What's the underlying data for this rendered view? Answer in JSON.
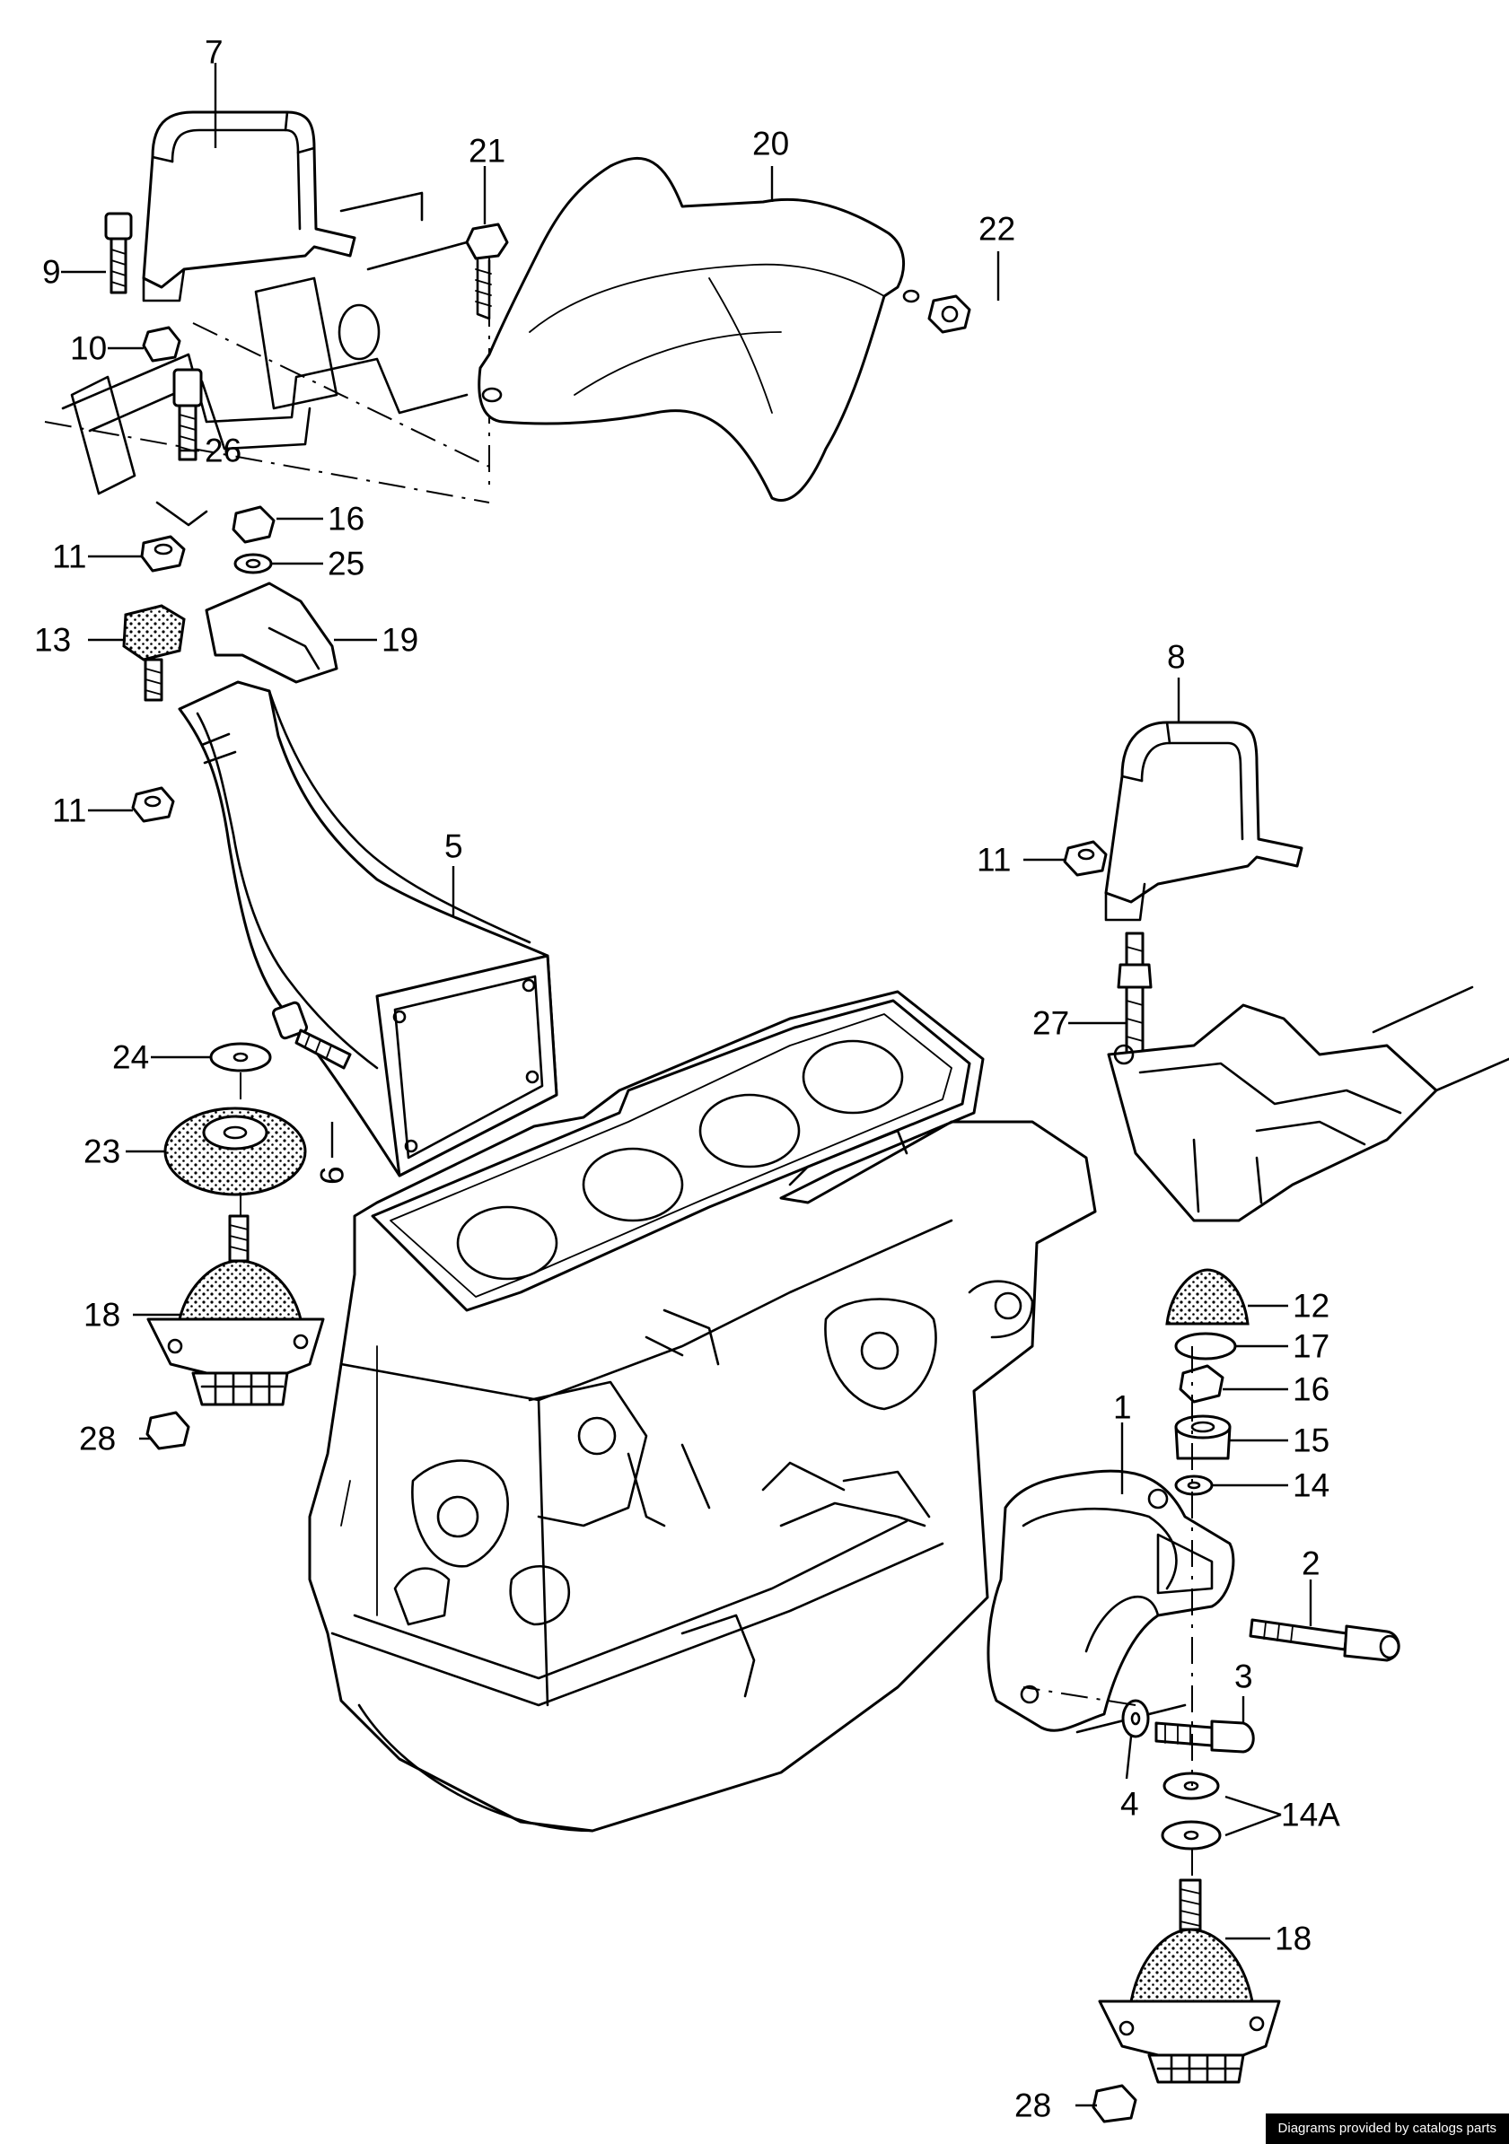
{
  "callouts": [
    {
      "id": "1"
    },
    {
      "id": "2"
    },
    {
      "id": "3"
    },
    {
      "id": "4"
    },
    {
      "id": "5"
    },
    {
      "id": "6"
    },
    {
      "id": "7"
    },
    {
      "id": "8"
    },
    {
      "id": "9"
    },
    {
      "id": "10"
    },
    {
      "id": "11"
    },
    {
      "id": "11"
    },
    {
      "id": "11"
    },
    {
      "id": "12"
    },
    {
      "id": "13"
    },
    {
      "id": "14"
    },
    {
      "id": "14A"
    },
    {
      "id": "15"
    },
    {
      "id": "16"
    },
    {
      "id": "16"
    },
    {
      "id": "17"
    },
    {
      "id": "18"
    },
    {
      "id": "18"
    },
    {
      "id": "19"
    },
    {
      "id": "20"
    },
    {
      "id": "21"
    },
    {
      "id": "22"
    },
    {
      "id": "23"
    },
    {
      "id": "24"
    },
    {
      "id": "25"
    },
    {
      "id": "26"
    },
    {
      "id": "27"
    },
    {
      "id": "28"
    },
    {
      "id": "28"
    }
  ],
  "credit": "Diagrams provided by catalogs parts"
}
